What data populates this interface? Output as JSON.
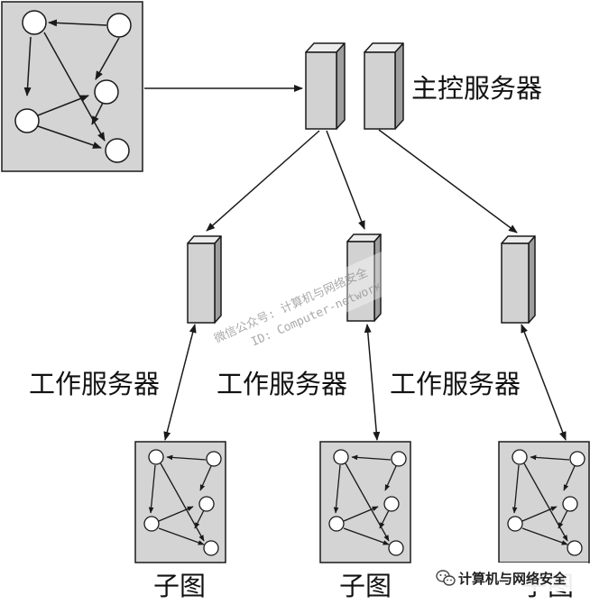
{
  "labels": {
    "master_server": "主控服务器",
    "worker_server_1": "工作服务器",
    "worker_server_2": "工作服务器",
    "worker_server_3": "工作服务器",
    "subgraph_1": "子图",
    "subgraph_2": "子图",
    "subgraph_3": "子图"
  },
  "watermark": {
    "line1": "微信公众号: 计算机与网络安全",
    "line2": "ID: Computer-network"
  },
  "footer": {
    "icon": "wechat-icon",
    "text": "计算机与网络安全"
  },
  "colors": {
    "server_fill": "#d2d2d2",
    "graph_panel_fill": "#d4d4d4",
    "stroke": "#1a1a1a"
  }
}
